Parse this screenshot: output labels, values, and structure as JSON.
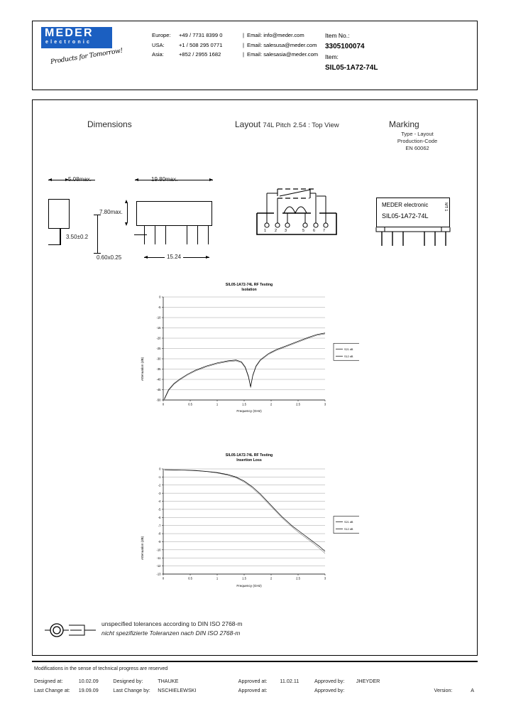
{
  "company": {
    "logo_name": "MEDER",
    "logo_sub": "electronic",
    "slogan": "Products for Tomorrow!"
  },
  "contacts": [
    {
      "region": "Europe:",
      "phone": "+49 / 7731 8399 0",
      "sep": "|",
      "email": "Email: info@meder.com"
    },
    {
      "region": "USA:",
      "phone": "+1 / 508 295 0771",
      "sep": "|",
      "email": "Email: salesusa@meder.com"
    },
    {
      "region": "Asia:",
      "phone": "+852 / 2955 1682",
      "sep": "|",
      "email": "Email: salesasia@meder.com"
    }
  ],
  "item": {
    "item_no_label": "Item No.:",
    "item_no_value": "3305100074",
    "item_label": "Item:",
    "item_value": "SIL05-1A72-74L"
  },
  "sections": {
    "dimensions_title": "Dimensions",
    "layout_title": "Layout",
    "layout_title_sub": "74L Pitch",
    "layout_title_pitch": "2.54 : Top View",
    "marking_title": "Marking",
    "marking_sub_1": "Type - Layout",
    "marking_sub_2": "Production-Code",
    "marking_sub_3": "EN 60062"
  },
  "dimensions": {
    "width_max": "5.08max.",
    "length_max": "19.80max.",
    "height_max": "7.80max.",
    "lead_length": "3.50±0.2",
    "lead_section": "0.60x0.25",
    "pin_span": "15.24"
  },
  "layout_pins": [
    "1",
    "2",
    "3",
    "5",
    "6",
    "7"
  ],
  "marking_part": {
    "line1": "MEDER electronic",
    "line2": "SIL05-1A72-74L",
    "vertical": "MT 1"
  },
  "tolerance": {
    "line_en": "unspecified tolerances according to DIN ISO 2768-m",
    "line_de": "nicht spezifizierte Toleranzen nach DIN ISO 2768-m"
  },
  "footer": {
    "note": "Modifications in the sense of technical progress are reserved",
    "rows": [
      {
        "l1": "Designed at:",
        "v1": "10.02.09",
        "l2": "Designed by:",
        "v2": "THAUKE",
        "l3": "Approved at:",
        "v3": "11.02.11",
        "l4": "Approved by:",
        "v4": "JHEYDER",
        "l5": "",
        "v5": ""
      },
      {
        "l1": "Last Change at:",
        "v1": "19.09.09",
        "l2": "Last Change by:",
        "v2": "NSCHIELEWSKI",
        "l3": "Approved at:",
        "v3": "",
        "l4": "Approved by:",
        "v4": "",
        "l5": "Version:",
        "v5": "A"
      }
    ]
  },
  "chart_data": [
    {
      "type": "line",
      "title": "SIL05-1A72-74L RF Testing",
      "subtitle": "Isolation",
      "xlabel": "Frequency (GHz)",
      "ylabel": "Attenuation (dB)",
      "xlim": [
        0,
        3
      ],
      "ylim": [
        -50,
        0
      ],
      "xticks": [
        "0",
        "0.5",
        "1",
        "1.5",
        "2",
        "2.5",
        "3"
      ],
      "yticks": [
        "0",
        "-5",
        "-10",
        "-15",
        "-20",
        "-25",
        "-30",
        "-35",
        "-40",
        "-45",
        "-50"
      ],
      "grid": true,
      "legend_position": "right",
      "legend": [
        "S21 dB",
        "S12 dB"
      ],
      "series": [
        {
          "name": "S21 dB",
          "x": [
            0.02,
            0.1,
            0.2,
            0.3,
            0.45,
            0.6,
            0.8,
            1.0,
            1.2,
            1.35,
            1.45,
            1.52,
            1.58,
            1.62,
            1.66,
            1.72,
            1.8,
            1.95,
            2.1,
            2.3,
            2.5,
            2.7,
            2.85,
            3.0
          ],
          "values": [
            -49.5,
            -45.0,
            -42.0,
            -40.0,
            -37.5,
            -35.5,
            -33.5,
            -32.0,
            -31.0,
            -30.6,
            -31.5,
            -34.0,
            -38.5,
            -43.5,
            -38.0,
            -33.5,
            -30.5,
            -27.5,
            -25.5,
            -23.5,
            -21.5,
            -19.5,
            -18.2,
            -17.5
          ]
        },
        {
          "name": "S12 dB",
          "x": [
            0.02,
            0.1,
            0.2,
            0.3,
            0.45,
            0.6,
            0.8,
            1.0,
            1.2,
            1.35,
            1.45,
            1.52,
            1.58,
            1.62,
            1.66,
            1.72,
            1.8,
            1.95,
            2.1,
            2.3,
            2.5,
            2.7,
            2.85,
            3.0
          ],
          "values": [
            -49.8,
            -45.4,
            -42.4,
            -40.4,
            -37.9,
            -35.9,
            -33.9,
            -32.4,
            -31.4,
            -31.0,
            -31.9,
            -34.4,
            -39.0,
            -44.0,
            -38.4,
            -33.9,
            -30.9,
            -27.9,
            -25.9,
            -23.9,
            -21.9,
            -19.9,
            -18.6,
            -17.9
          ]
        }
      ]
    },
    {
      "type": "line",
      "title": "SIL05-1A72-74L RF Testing",
      "subtitle": "Insertion Loss",
      "xlabel": "Frequency (GHz)",
      "ylabel": "Attenuation (dB)",
      "xlim": [
        0,
        3
      ],
      "ylim": [
        -13,
        0
      ],
      "xticks": [
        "0",
        "0.5",
        "1",
        "1.5",
        "2",
        "2.5",
        "3"
      ],
      "yticks": [
        "0",
        "-1",
        "-2",
        "-3",
        "-4",
        "-5",
        "-6",
        "-7",
        "-8",
        "-9",
        "-10",
        "-11",
        "-12",
        "-13"
      ],
      "grid": true,
      "legend_position": "right",
      "legend": [
        "S21 dB",
        "S12 dB"
      ],
      "series": [
        {
          "name": "S21 dB",
          "x": [
            0.02,
            0.2,
            0.4,
            0.6,
            0.8,
            1.0,
            1.2,
            1.35,
            1.5,
            1.65,
            1.8,
            1.9,
            2.0,
            2.1,
            2.2,
            2.3,
            2.4,
            2.5,
            2.6,
            2.7,
            2.8,
            2.9,
            3.0
          ],
          "values": [
            -0.1,
            -0.12,
            -0.15,
            -0.2,
            -0.3,
            -0.45,
            -0.7,
            -1.0,
            -1.5,
            -2.2,
            -3.1,
            -3.8,
            -4.5,
            -5.2,
            -5.9,
            -6.5,
            -7.1,
            -7.6,
            -8.1,
            -8.6,
            -9.1,
            -9.6,
            -10.2
          ]
        },
        {
          "name": "S12 dB",
          "x": [
            0.02,
            0.2,
            0.4,
            0.6,
            0.8,
            1.0,
            1.2,
            1.35,
            1.5,
            1.65,
            1.8,
            1.9,
            2.0,
            2.1,
            2.2,
            2.3,
            2.4,
            2.5,
            2.6,
            2.7,
            2.8,
            2.9,
            3.0
          ],
          "values": [
            -0.12,
            -0.14,
            -0.17,
            -0.23,
            -0.33,
            -0.5,
            -0.78,
            -1.1,
            -1.62,
            -2.35,
            -3.25,
            -3.95,
            -4.65,
            -5.35,
            -6.05,
            -6.65,
            -7.25,
            -7.8,
            -8.3,
            -8.8,
            -9.3,
            -9.85,
            -10.45
          ]
        }
      ]
    }
  ]
}
